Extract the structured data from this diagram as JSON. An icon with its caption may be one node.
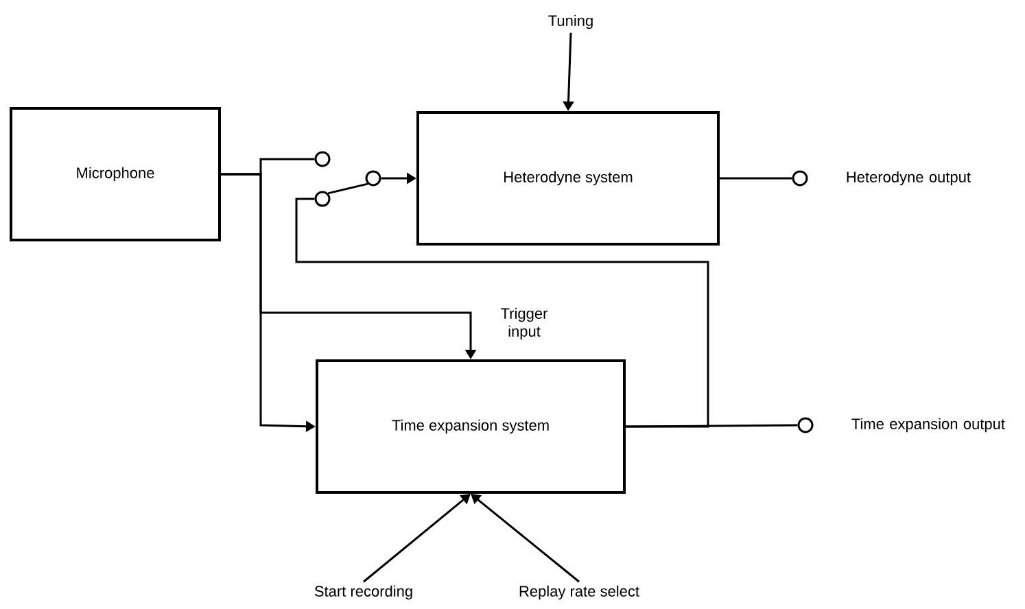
{
  "diagram": {
    "nodes": [
      {
        "text": [
          "Microphone"
        ]
      },
      {
        "text": [
          "Heterodyne system"
        ]
      },
      {
        "text": [
          "Time expansion system"
        ]
      },
      {
        "text": [
          "Tuning"
        ]
      },
      {
        "text": [
          "Start recording"
        ]
      },
      {
        "text": [
          "Replay rate select"
        ]
      },
      {
        "text": [],
        "shape": "circle",
        "beside": [
          "Heterodyne output"
        ]
      },
      {
        "text": [],
        "shape": "circle",
        "beside": [
          "Time expansion output"
        ]
      },
      {
        "text": [],
        "shape": "circle"
      },
      {
        "text": [],
        "shape": "circle"
      },
      {
        "text": [],
        "shape": "circle"
      }
    ],
    "edges": [
      {
        "from": 0,
        "to": 8,
        "arrow": "none"
      },
      {
        "from": 0,
        "to": 2,
        "arrow": "to"
      },
      {
        "from": 0,
        "to": 2,
        "arrow": "to",
        "label": "Trigger input"
      },
      {
        "from": 10,
        "to": 1,
        "arrow": "to"
      },
      {
        "from": 9,
        "to": 10,
        "arrow": "none"
      },
      {
        "from": 2,
        "to": 9,
        "arrow": "none"
      },
      {
        "from": 2,
        "to": 7,
        "arrow": "none"
      },
      {
        "from": 1,
        "to": 6,
        "arrow": "none"
      },
      {
        "from": 3,
        "to": 1,
        "arrow": "to"
      },
      {
        "from": 4,
        "to": 2,
        "arrow": "to"
      },
      {
        "from": 5,
        "to": 2,
        "arrow": "to"
      }
    ]
  }
}
